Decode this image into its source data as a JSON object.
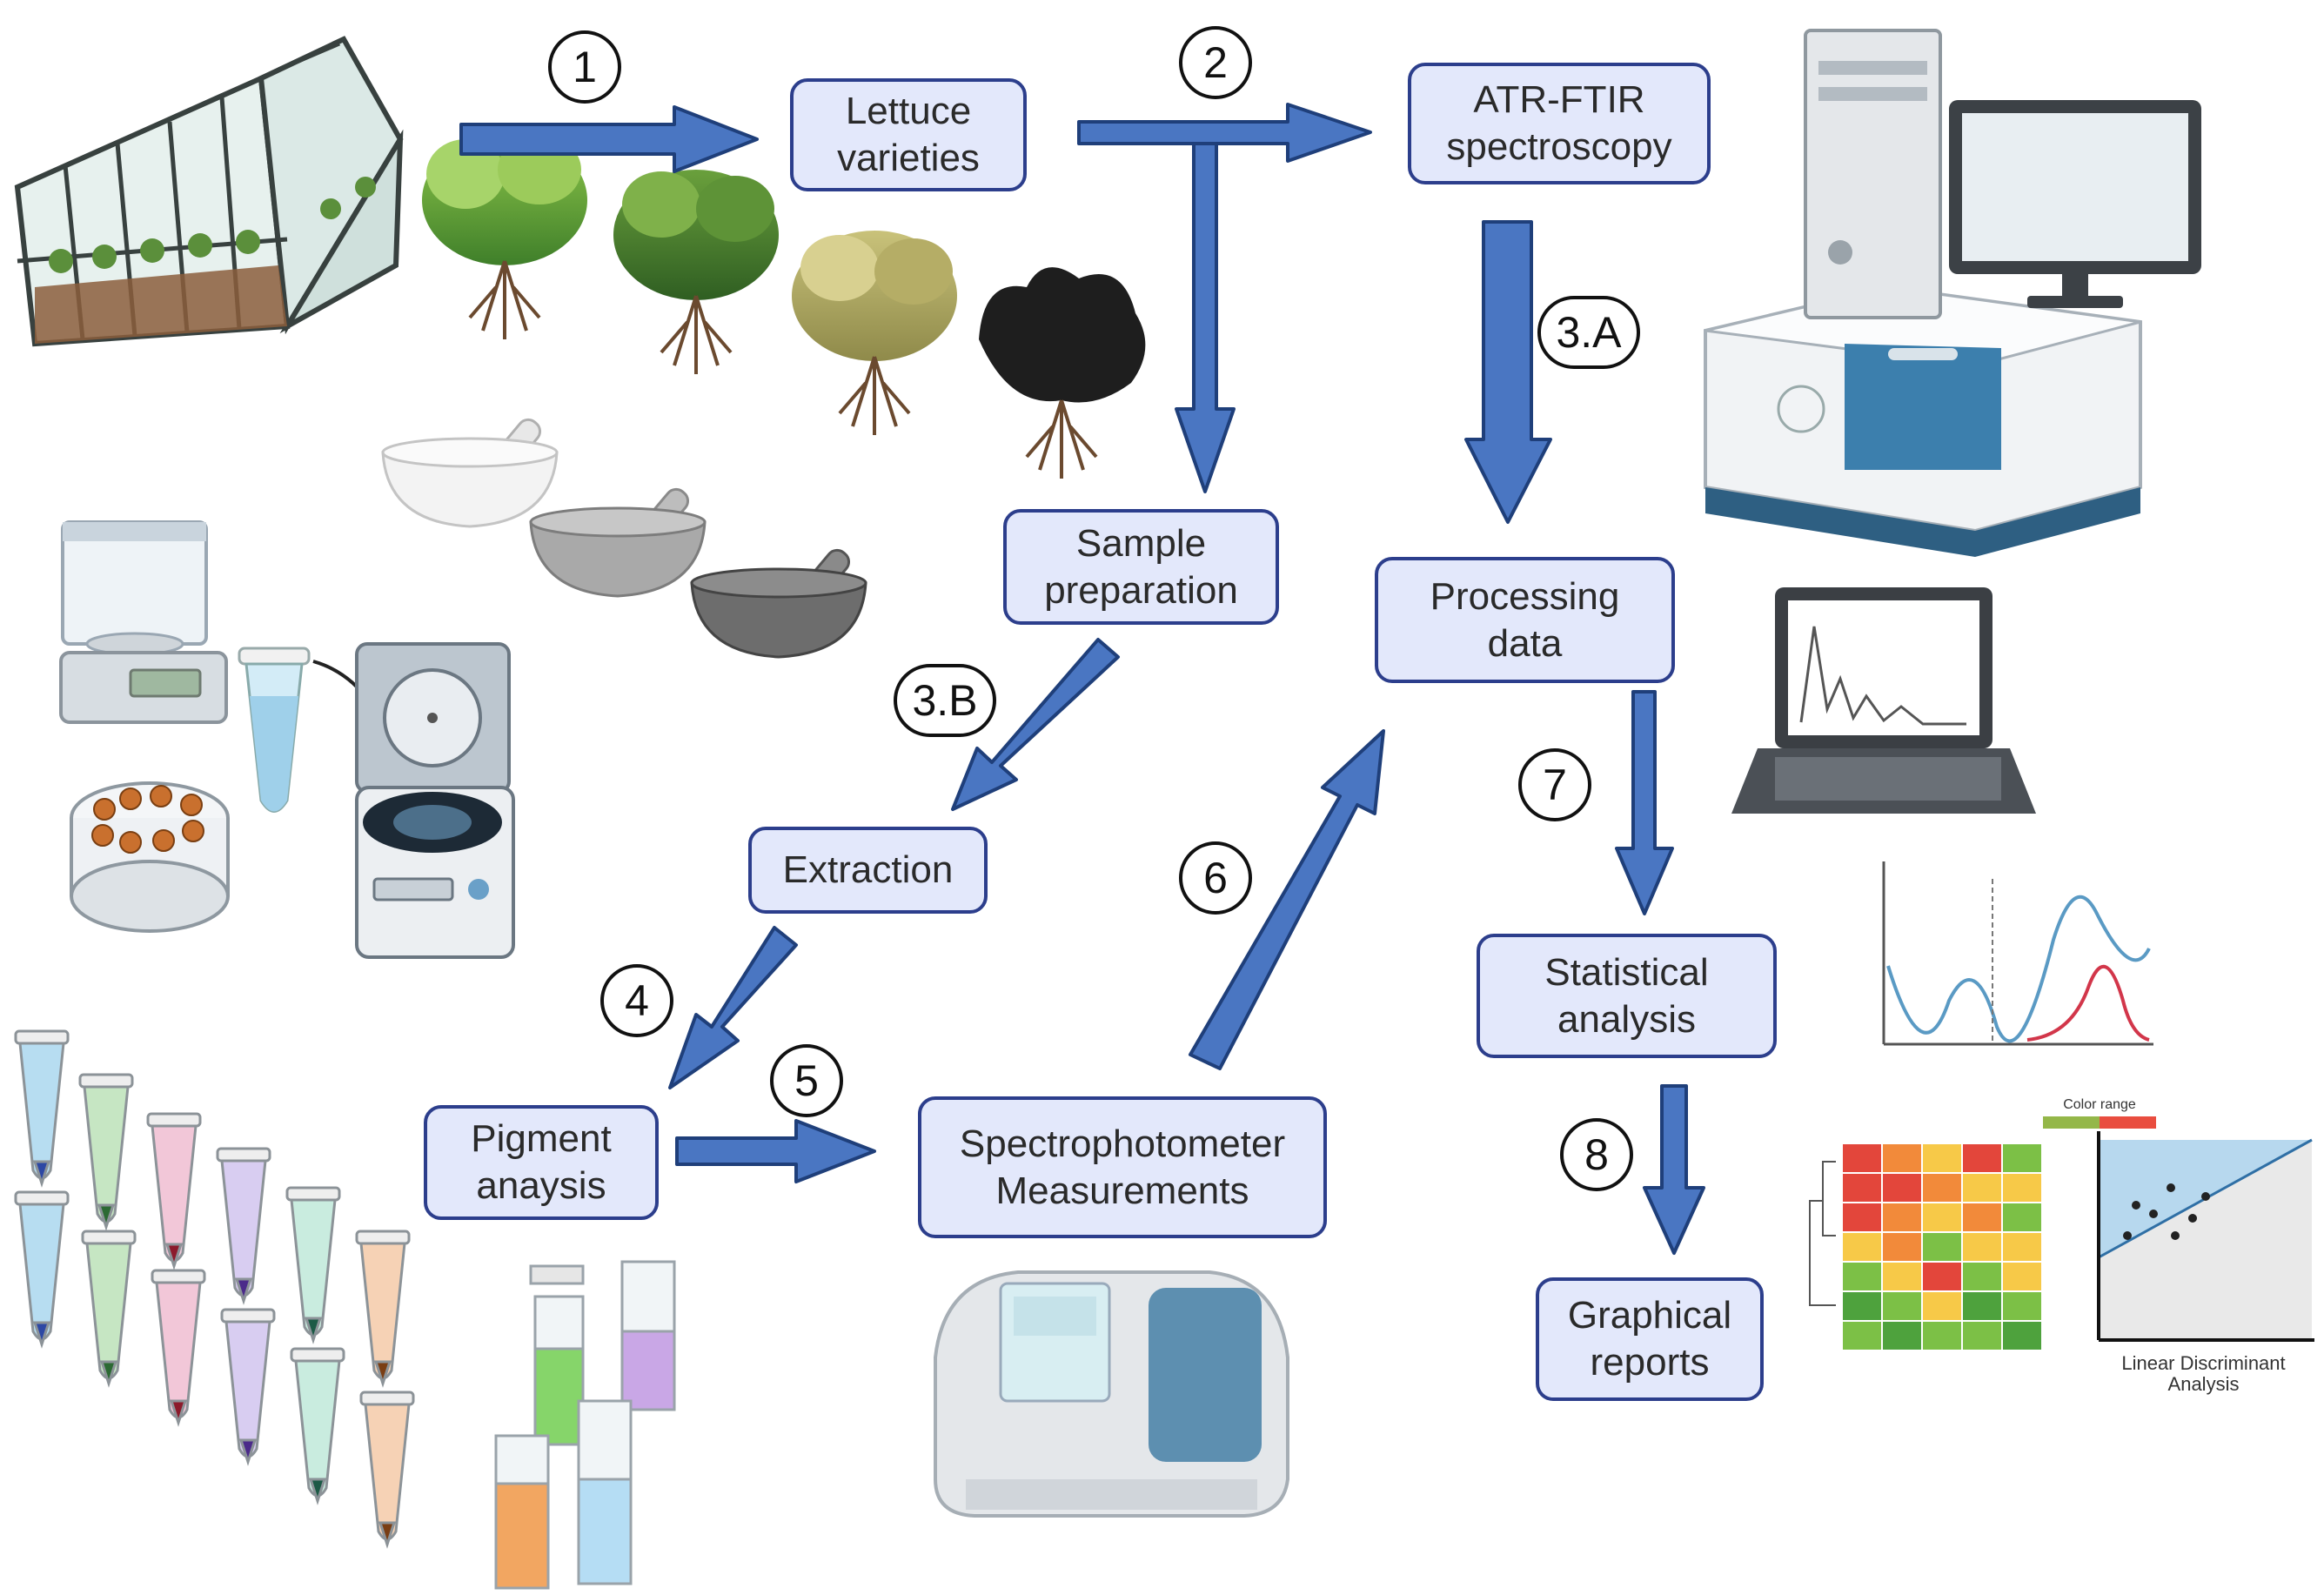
{
  "boxes": {
    "lettuce": [
      "Lettuce",
      "varieties"
    ],
    "atr": [
      "ATR-FTIR",
      "spectroscopy"
    ],
    "sample": [
      "Sample",
      "preparation"
    ],
    "processing": [
      "Processing",
      "data"
    ],
    "extraction": [
      "Extraction"
    ],
    "statistical": [
      "Statistical",
      "analysis"
    ],
    "pigment": [
      "Pigment",
      "anaysis"
    ],
    "spectro": [
      "Spectrophotometer",
      "Measurements"
    ],
    "graphical": [
      "Graphical",
      "reports"
    ]
  },
  "steps": {
    "s1": "1",
    "s2": "2",
    "s3a": "3.A",
    "s3b": "3.B",
    "s4": "4",
    "s5": "5",
    "s6": "6",
    "s7": "7",
    "s8": "8"
  },
  "captions": {
    "lda": [
      "Linear Discriminant",
      "Analysis"
    ],
    "heatmap_legend": "Color range"
  },
  "colors": {
    "arrow_fill": "#4a76c2",
    "arrow_stroke": "#1f3f7a",
    "box_fill": "#e3e8fb",
    "box_border": "#2c3e8c"
  },
  "icons": [
    "greenhouse-icon",
    "lettuce-plant-icon",
    "mortar-pestle-icon",
    "analytical-balance-icon",
    "centrifuge-icon",
    "microtube-icon",
    "tube-rack-icon",
    "ftir-spectrometer-icon",
    "desktop-computer-icon",
    "laptop-spectrum-icon",
    "uv-vis-spectrophotometer-icon",
    "cuvette-icon",
    "pigment-tubes-icon",
    "distribution-curve-icon",
    "heatmap-icon",
    "lda-plot-icon"
  ]
}
